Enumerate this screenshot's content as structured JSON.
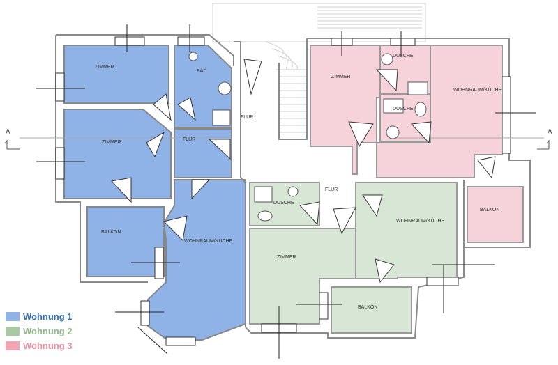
{
  "rooms": {
    "w1_zimmer_top": "ZIMMER",
    "w1_bad": "BAD",
    "w1_zimmer_mid": "ZIMMER",
    "w1_flur": "FLUR",
    "w1_balkon": "BALKON",
    "w1_wohnraum": "WOHNRAUM/KÜCHE",
    "flur_center": "FLUR",
    "flur_small": "FLUR",
    "w3_zimmer": "ZIMMER",
    "w3_dusche_a": "DUSCHE",
    "w3_dusche_b": "DUSCHE",
    "w3_wohnraum": "WOHNRAUM/KÜCHE",
    "w3_balkon": "BALKON",
    "w2_dusche": "DUSCHE",
    "w2_zimmer": "ZIMMER",
    "w2_wohnraum": "WOHNRAUM/KÜCHE",
    "w2_balkon": "BALKON"
  },
  "section_marker": {
    "left": "A",
    "right": "A"
  },
  "legend": [
    {
      "label": "Wohnung 1",
      "color": "#8fb3e6",
      "text_color": "#2f6fb3"
    },
    {
      "label": "Wohnung 2",
      "color": "#a9c9a5",
      "text_color": "#8fb58a"
    },
    {
      "label": "Wohnung 3",
      "color": "#f2a6b4",
      "text_color": "#e88fa0"
    }
  ],
  "colors": {
    "wohnung1_fill": "#8fb3e6",
    "wohnung2_fill": "#d8e7d5",
    "wohnung3_fill": "#f6d3da",
    "wall": "#9a9a9a"
  }
}
